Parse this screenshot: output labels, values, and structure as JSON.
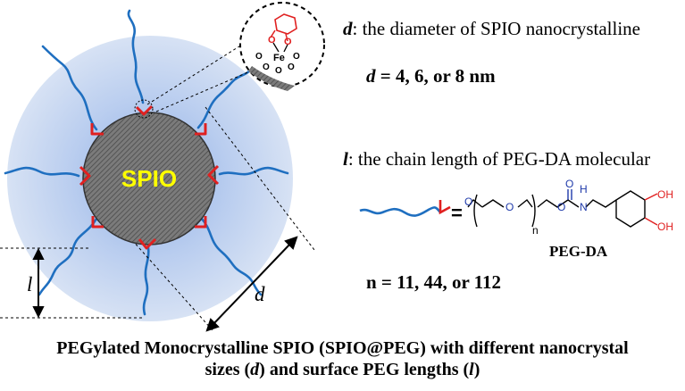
{
  "core_label": "SPIO",
  "d_symbol": "d",
  "l_symbol": "l",
  "d_desc": ": the diameter of SPIO nanocrystalline",
  "d_values": {
    "prefix": "d",
    "text": " = 4, 6, or 8 nm"
  },
  "l_desc": ": the chain length of PEG-DA molecular",
  "structure": {
    "equals": "=",
    "o1": "O",
    "o2": "O",
    "o3": "O",
    "o4": "O",
    "n_sub": "n",
    "nh": "H",
    "n_atom": "N",
    "oh1": "OH",
    "oh2": "OH",
    "name": "PEG-DA"
  },
  "inset": {
    "fe": "Fe",
    "o": "O"
  },
  "n_values": "n = 11, 44, or 112",
  "caption": {
    "line1": "PEGylated Monocrystalline SPIO (SPIO@PEG) with different nanocrystal",
    "line2_a": "sizes (",
    "line2_d": "d",
    "line2_b": ") and surface PEG lengths (",
    "line2_l": "l",
    "line2_c": ")"
  },
  "colors": {
    "chain": "#1f6fc0",
    "anchor": "#e02020",
    "core_text": "#ffff00",
    "halo": "#b8cfee"
  }
}
